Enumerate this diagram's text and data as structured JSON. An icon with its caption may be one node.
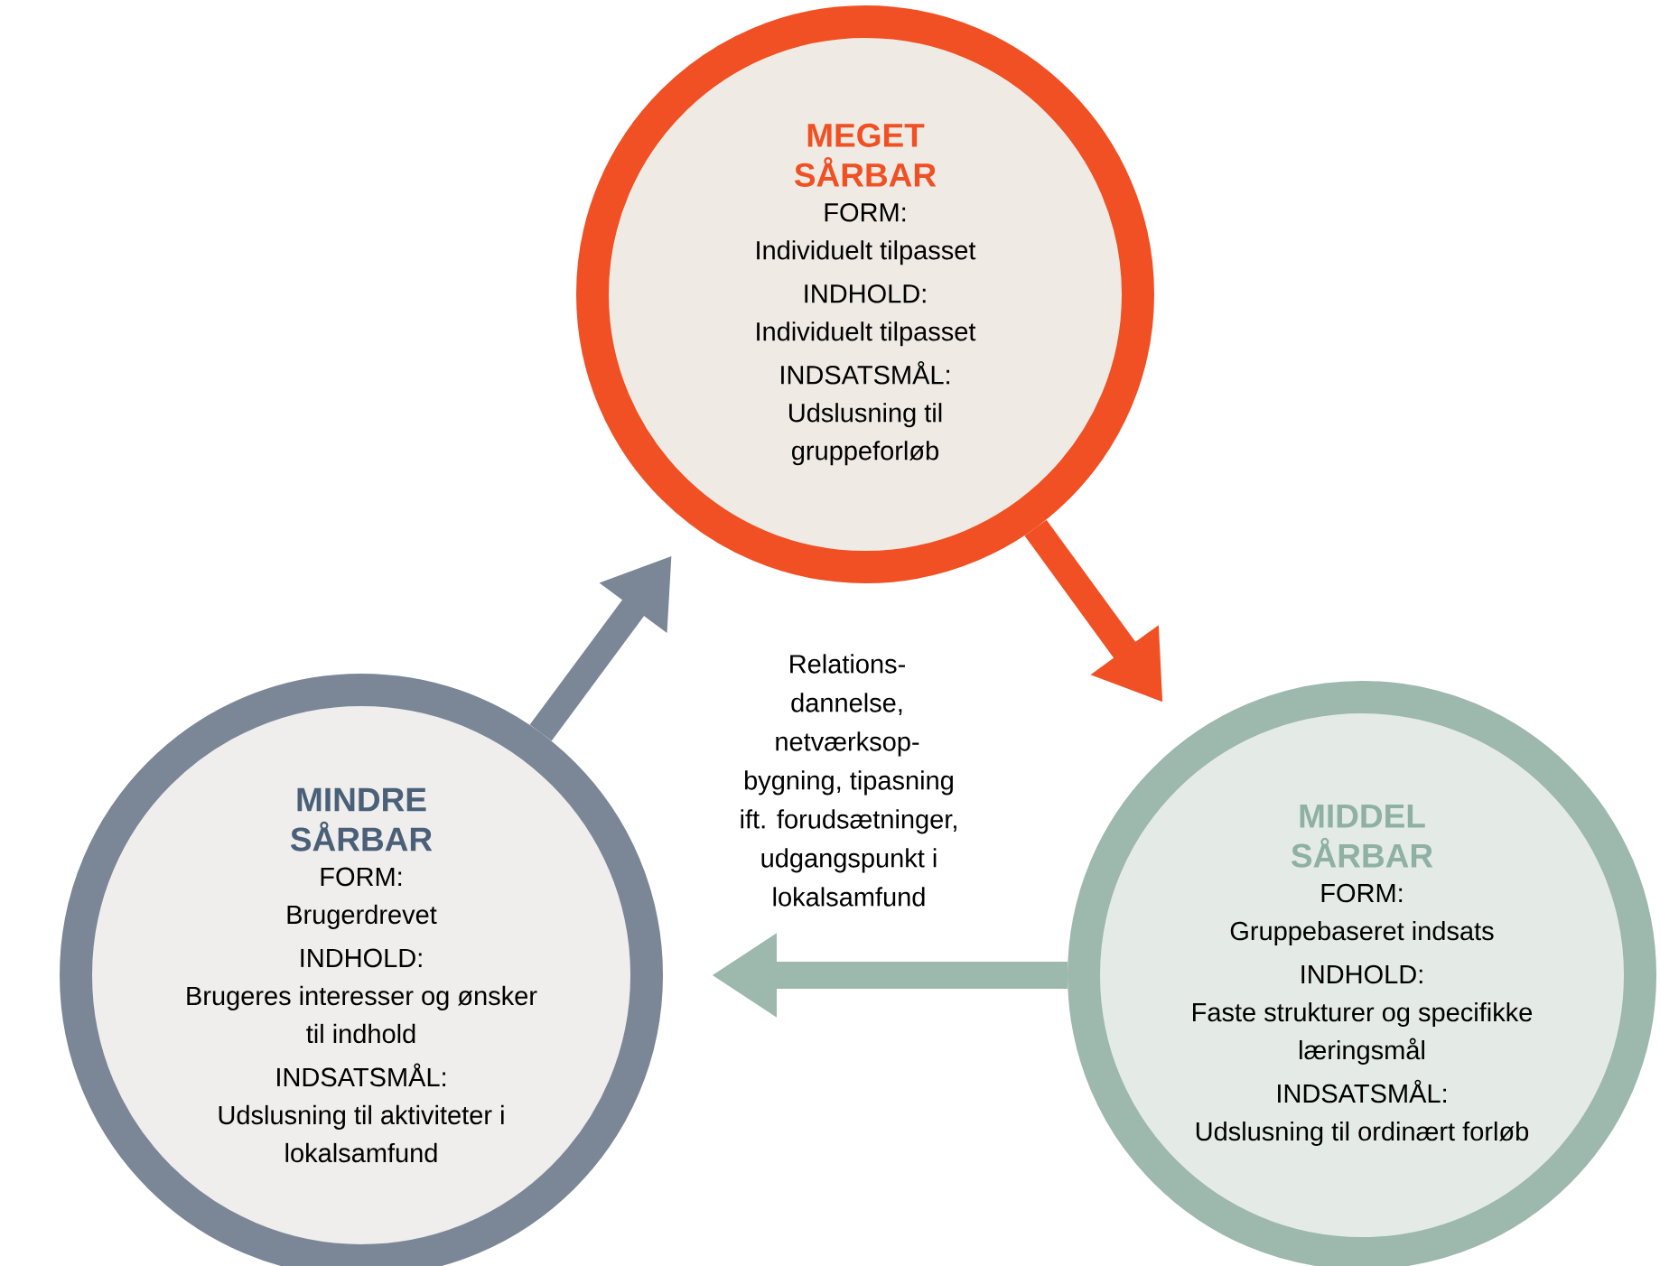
{
  "diagram": {
    "nodes": [
      {
        "text": [
          "MEGET SÅRBAR",
          "FORM:",
          "Individuelt tilpasset",
          "INDHOLD:",
          "Individuelt tilpasset",
          "INDSATSMÅL:",
          "Udslusning til gruppeforløb"
        ]
      },
      {
        "text": [
          "MINDRE SÅRBAR",
          "FORM:",
          "Brugerdrevet",
          "INDHOLD:",
          "Brugeres interesser og ønsker til indhold",
          "INDSATSMÅL:",
          "Udslusning til aktiviteter i lokalsamfund"
        ]
      },
      {
        "text": [
          "MIDDEL SÅRBAR",
          "FORM:",
          "Gruppebaseret indsats",
          "INDHOLD:",
          "Faste strukturer og specifikke læringsmål",
          "INDSATSMÅL:",
          "Udslusning til ordinært forløb"
        ]
      }
    ],
    "edges": [
      {
        "from": 0,
        "to": 2,
        "arrow": "to",
        "color": "#f05023"
      },
      {
        "from": 2,
        "to": 1,
        "arrow": "to",
        "color": "#9db8ad"
      },
      {
        "from": 1,
        "to": 0,
        "arrow": "to",
        "color": "#7b8797"
      }
    ],
    "labels": [
      "Relations- dannelse, netværksop- bygning, tipasning ift. forudsætninger, udgangspunkt i lokalsamfund"
    ]
  }
}
